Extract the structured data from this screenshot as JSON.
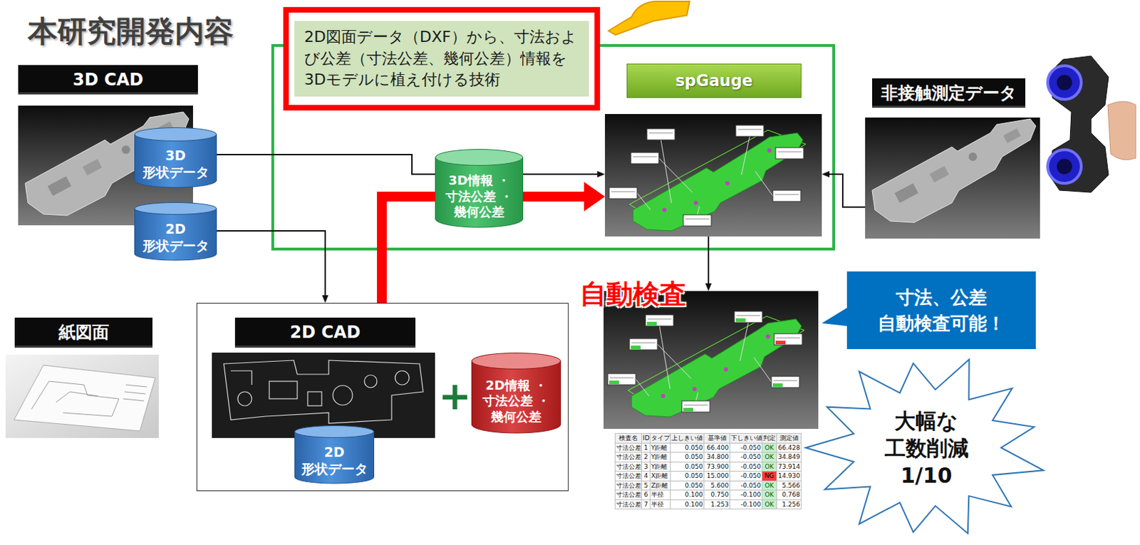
{
  "diagram": {
    "title": "本研究開発内容",
    "nodes": [
      {
        "text": [
          "2D図面データ（DXF）から、寸法および公差（寸法公差、幾何公差）情報を3Dモデルに植え付ける技術"
        ]
      },
      {
        "text": [
          "3D CAD"
        ]
      },
      {
        "text": [
          "3D 形状データ"
        ]
      },
      {
        "text": [
          "2D 形状データ"
        ]
      },
      {
        "text": [
          "3D情報 ・寸法公差 ・幾何公差"
        ]
      },
      {
        "text": [
          "spGauge"
        ]
      },
      {
        "text": [
          "非接触測定データ"
        ]
      },
      {
        "text": [
          "紙図面"
        ]
      },
      {
        "text": [
          "2D CAD"
        ]
      },
      {
        "text": [
          "2D 形状データ"
        ],
        "in": 8
      },
      {
        "text": [
          "2D情報 ・寸法公差 ・幾何公差"
        ],
        "in": 8
      },
      {
        "text": [
          "自動検査"
        ]
      },
      {
        "text": [
          "寸法、公差 自動検査可能！"
        ]
      },
      {
        "text": [
          "大幅な 工数削減 1/10"
        ]
      }
    ],
    "edges": [
      {
        "from": 2,
        "to": 4,
        "arrow": "none"
      },
      {
        "from": 4,
        "to": 5,
        "arrow": "to"
      },
      {
        "from": 8,
        "to": 4,
        "arrow": "none"
      },
      {
        "from": 4,
        "to": 5,
        "arrow": "to"
      },
      {
        "from": 3,
        "to": 8,
        "arrow": "to"
      },
      {
        "from": 6,
        "to": 5,
        "arrow": "to"
      },
      {
        "from": 5,
        "to": 11,
        "arrow": "to"
      }
    ],
    "labels": [
      "+",
      "検査名",
      "ID",
      "タイプ",
      "上しきい値",
      "基準値",
      "下しきい値",
      "判定",
      "測定値",
      "寸法公差",
      "1",
      "Y距離",
      "0.050",
      "66.400",
      "-0.050",
      "OK",
      "66.428",
      "寸法公差",
      "2",
      "Y距離",
      "0.050",
      "34.800",
      "-0.050",
      "OK",
      "34.849",
      "寸法公差",
      "3",
      "Y距離",
      "0.050",
      "73.900",
      "-0.050",
      "OK",
      "73.914",
      "寸法公差",
      "4",
      "X距離",
      "0.050",
      "15.000",
      "-0.050",
      "NG",
      "14.930",
      "寸法公差",
      "5",
      "Z距離",
      "0.050",
      "5.600",
      "-0.050",
      "OK",
      "5.566",
      "寸法公差",
      "6",
      "半径",
      "0.100",
      "0.750",
      "-0.100",
      "OK",
      "0.768",
      "寸法公差",
      "7",
      "半径",
      "0.100",
      "1.253",
      "-0.100",
      "OK",
      "1.256"
    ]
  }
}
